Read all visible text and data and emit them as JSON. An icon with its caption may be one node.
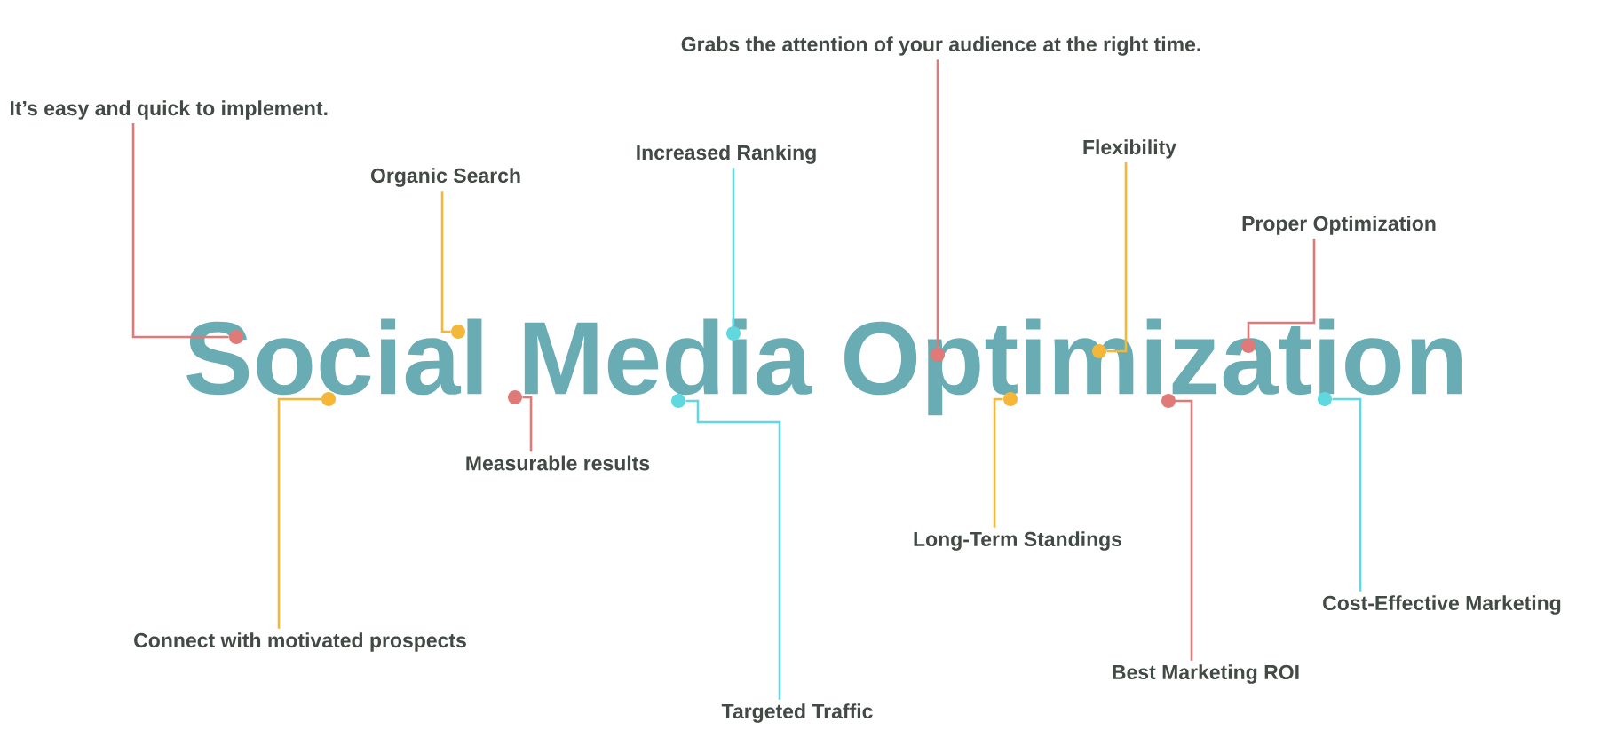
{
  "diagram": {
    "title": "Social Media Optimization",
    "nodes": [
      {
        "text": [
          "It’s easy and quick to implement."
        ]
      },
      {
        "text": [
          "Organic Search"
        ]
      },
      {
        "text": [
          "Increased Ranking"
        ]
      },
      {
        "text": [
          "Grabs the attention of your audience at the right time."
        ]
      },
      {
        "text": [
          "Flexibility"
        ]
      },
      {
        "text": [
          "Proper Optimization"
        ]
      },
      {
        "text": [
          "Connect with motivated prospects"
        ]
      },
      {
        "text": [
          "Measurable results"
        ]
      },
      {
        "text": [
          "Targeted Traffic"
        ]
      },
      {
        "text": [
          "Long-Term Standings"
        ]
      },
      {
        "text": [
          "Best Marketing ROI"
        ]
      },
      {
        "text": [
          "Cost-Effective Marketing"
        ]
      },
      {
        "text": [],
        "shape": "circle"
      },
      {
        "text": [],
        "shape": "circle"
      },
      {
        "text": [],
        "shape": "circle"
      },
      {
        "text": [],
        "shape": "circle"
      },
      {
        "text": [],
        "shape": "circle"
      },
      {
        "text": [],
        "shape": "circle"
      },
      {
        "text": [],
        "shape": "circle"
      },
      {
        "text": [],
        "shape": "circle"
      },
      {
        "text": [],
        "shape": "circle"
      },
      {
        "text": [],
        "shape": "circle"
      },
      {
        "text": [],
        "shape": "circle"
      },
      {
        "text": [],
        "shape": "circle"
      }
    ],
    "edges": [
      {
        "from": 0,
        "to": 12,
        "arrow": "none",
        "color": "#e07a78"
      },
      {
        "from": 1,
        "to": 13,
        "arrow": "none",
        "color": "#f4b73a"
      },
      {
        "from": 2,
        "to": 14,
        "arrow": "none",
        "color": "#5fd8df"
      },
      {
        "from": 3,
        "to": 15,
        "arrow": "none",
        "color": "#e07a78"
      },
      {
        "from": 4,
        "to": 16,
        "arrow": "none",
        "color": "#f4b73a"
      },
      {
        "from": 5,
        "to": 17,
        "arrow": "none",
        "color": "#e07a78"
      },
      {
        "from": 6,
        "to": 18,
        "arrow": "none",
        "color": "#f4b73a"
      },
      {
        "from": 7,
        "to": 19,
        "arrow": "none",
        "color": "#e07a78"
      },
      {
        "from": 8,
        "to": 20,
        "arrow": "none",
        "color": "#5fd8df"
      },
      {
        "from": 9,
        "to": 21,
        "arrow": "none",
        "color": "#f4b73a"
      },
      {
        "from": 10,
        "to": 22,
        "arrow": "none",
        "color": "#e07a78"
      },
      {
        "from": 11,
        "to": 23,
        "arrow": "none",
        "color": "#5fd8df"
      }
    ]
  }
}
